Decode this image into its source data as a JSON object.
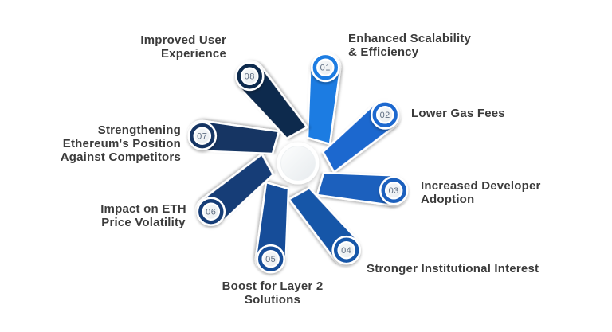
{
  "diagram": {
    "title": "",
    "label_color": "#3b3b3b",
    "number_color": "#5d6c80",
    "hub_color": "#ffffff",
    "items": [
      {
        "number": "01",
        "label": "Enhanced Scalability\n& Efficiency",
        "color": "#1e7ce2"
      },
      {
        "number": "02",
        "label": "Lower Gas Fees",
        "color": "#1a68cf"
      },
      {
        "number": "03",
        "label": "Increased Developer\nAdoption",
        "color": "#1a60bd"
      },
      {
        "number": "04",
        "label": "Stronger Institutional Interest",
        "color": "#1956a8"
      },
      {
        "number": "05",
        "label": "Boost for Layer 2\nSolutions",
        "color": "#174e99"
      },
      {
        "number": "06",
        "label": "Impact on ETH\nPrice Volatility",
        "color": "#143d77"
      },
      {
        "number": "07",
        "label": "Strengthening\nEthereum's Position\nAgainst Competitors",
        "color": "#123463"
      },
      {
        "number": "08",
        "label": "Improved User\nExperience",
        "color": "#102a4e"
      }
    ]
  }
}
